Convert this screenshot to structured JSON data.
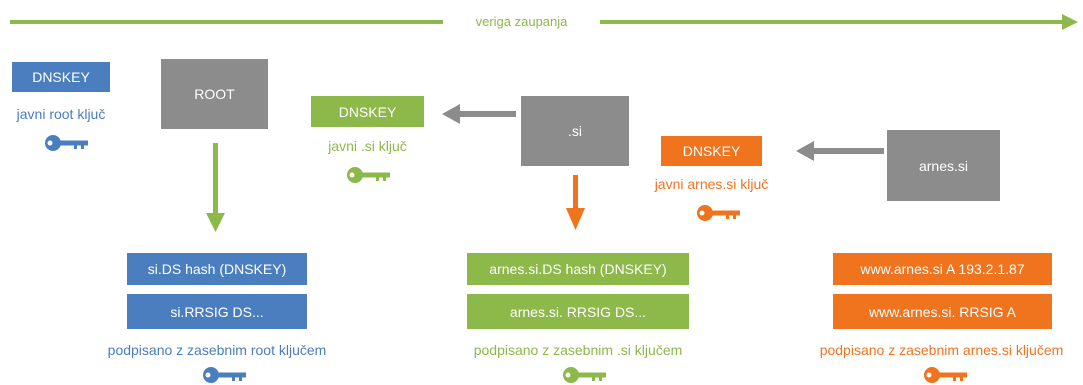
{
  "chain": {
    "label": "veriga zaupanja"
  },
  "root": {
    "key_box": "DNSKEY",
    "key_caption": "javni root ključ",
    "zone": "ROOT",
    "ds_box": "si.DS hash (DNSKEY)",
    "sig_box": "si.RRSIG DS...",
    "signed_caption": "podpisano z zasebnim root ključem"
  },
  "si": {
    "key_box": "DNSKEY",
    "key_caption": "javni .si ključ",
    "zone": ".si",
    "ds_box": "arnes.si.DS hash (DNSKEY)",
    "sig_box": "arnes.si. RRSIG DS...",
    "signed_caption": "podpisano z zasebnim .si ključem"
  },
  "arnes": {
    "key_box": "DNSKEY",
    "key_caption": "javni arnes.si ključ",
    "zone": "arnes.si",
    "a_box": "www.arnes.si A 193.2.1.87",
    "sig_box": "www.arnes.si. RRSIG A",
    "signed_caption": "podpisano z zasebnim arnes.si ključem"
  },
  "colors": {
    "gray": "#8c8c8c",
    "blue": "#4a7ebf",
    "green": "#8db84a",
    "orange": "#f0731e"
  },
  "icons": [
    "key-icon",
    "arrow-icon"
  ]
}
